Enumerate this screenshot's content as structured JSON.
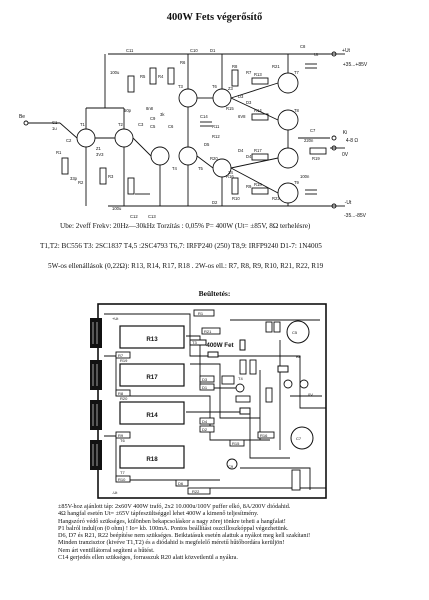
{
  "title": "400W Fets végerősítő",
  "schematic": {
    "rail_pos": "+Ut",
    "rail_pos_voltage": "+35...+85V",
    "rail_neg": "-Ut",
    "rail_neg_voltage": "-35...-85V",
    "input_label": "Be",
    "output_label": "Ki",
    "speaker_label": "4-8 Ω",
    "ground_label": "0V",
    "components": [
      "C1",
      "1u",
      "R1",
      "C2",
      "33p",
      "R2",
      "R3",
      "T1",
      "T2",
      "Z1",
      "3V3",
      "C11",
      "R5",
      "R4",
      "8n8",
      "C8",
      "C12",
      "100u",
      "T3",
      "C3",
      "R8",
      "R10",
      "100n",
      "C9",
      "C13",
      "C5",
      "C6",
      "C10",
      "C14",
      "T4",
      "D5",
      "T5",
      "T6",
      "D1",
      "D2",
      "D3",
      "D4",
      "R6",
      "R7",
      "R9",
      "R11",
      "R12",
      "R13",
      "R14",
      "R15",
      "R16",
      "R17",
      "R18",
      "R19",
      "R20",
      "R21",
      "R22",
      "T7",
      "T8",
      "T9",
      "C7",
      "220n",
      "50p",
      "D3",
      "D4",
      "6V8",
      "Z3",
      "Z4",
      "3k",
      "Ut",
      "100u"
    ]
  },
  "specs": {
    "line1": "Ube: 2veff      Frekv: 20Hz—30kHz   Torzítás : 0,05% P= 400W (Ut= ±85V,  8Ω terhelésre)",
    "line2": "T1,T2: BC556  T3: 2SC1837  T4,5 :2SC4793  T6,7: IRFP240 (250)  T8,9: IRFP9240  D1-7: 1N4005",
    "line3": "5W-os ellenállások (0,22Ω): R13, R14, R17, R18 .    2W-os ell.: R7, R8, R9, R10, R21, R22, R19"
  },
  "layout_title": "Beültetés:",
  "pcb": {
    "heading": "400W Fet",
    "labels": [
      "+Ut",
      "R13",
      "R17",
      "R14",
      "R18",
      "R1",
      "R21",
      "R22",
      "R7",
      "R8",
      "R9",
      "R10",
      "R11",
      "R12",
      "R15",
      "R16",
      "R19",
      "R20",
      "T6",
      "T7",
      "T8",
      "T9",
      "T4",
      "T5",
      "T3",
      "T2",
      "T1",
      "C3",
      "C4",
      "C5",
      "C6",
      "C7",
      "C9",
      "C10",
      "C11",
      "C12",
      "C13",
      "C14",
      "D1",
      "D2",
      "D3",
      "D4",
      "D5",
      "D6",
      "D7",
      "Z2",
      "Be",
      "0V",
      "-Ut"
    ],
    "plus_ut": "+Ut",
    "minus_ut": "-Ut",
    "in_label": "Be",
    "gnd_label": "0V"
  },
  "notes": [
    "±85V-hoz ajánlott táp: 2x60V 400W trafó, 2x2 10.000u/100V puffer elkó, 8A/200V diódahid.",
    "4Ω hangfal esetén Ut= ±65V tápfeszültséggel lehet 400W a kimenő teljesítmény.",
    "Hangszóró védő szükséges, különben bekapcsoláskor a nagy zörej tönkre teheti a hangfalat!",
    "P1 balról indul(on (0 ohm) !  Io= kb. 100mA. Pontos beállítást oszcilloszkóppal végezhetünk.",
    "D6, D7 és R21, R22 beépítése nem szükséges. Beiktatásuk esetén alattuk a nyákot meg kell szakítani!",
    "Minden tranzisztor (kivéve T1,T2) és a diódahid is megfelelő méretű hűtőbordára kerüljön!",
    "Nem árt ventillátorral segíteni a hűtést.",
    "C14 gerjedés ellen szükséges, forrasszuk R20 alatt közvetlenül a nyákra."
  ]
}
